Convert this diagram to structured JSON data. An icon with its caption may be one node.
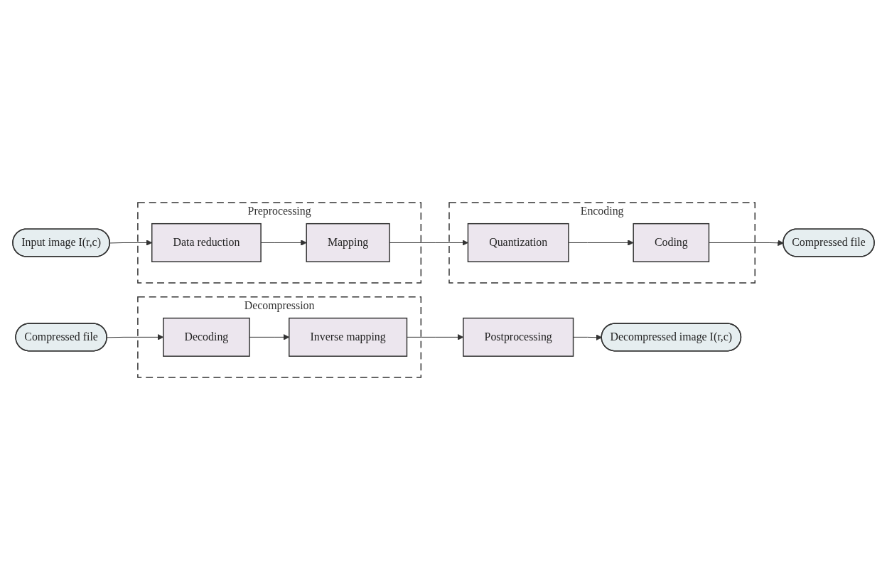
{
  "diagram": {
    "nodes": [
      {
        "text": [
          "Input image I(r,c)"
        ]
      },
      {
        "text": [
          "Preprocessing"
        ]
      },
      {
        "text": [
          "Data reduction"
        ],
        "in": 1
      },
      {
        "text": [
          "Mapping"
        ],
        "in": 1
      },
      {
        "text": [
          "Encoding"
        ]
      },
      {
        "text": [
          "Quantization"
        ],
        "in": 4
      },
      {
        "text": [
          "Coding"
        ],
        "in": 4
      },
      {
        "text": [
          "Compressed file"
        ]
      },
      {
        "text": [
          "Compressed file"
        ]
      },
      {
        "text": [
          "Decompression"
        ]
      },
      {
        "text": [
          "Decoding"
        ],
        "in": 9
      },
      {
        "text": [
          "Inverse mapping"
        ],
        "in": 9
      },
      {
        "text": [
          "Postprocessing"
        ]
      },
      {
        "text": [
          "Decompressed image I(r,c)"
        ]
      }
    ],
    "edges": [
      {
        "from": 0,
        "to": 2,
        "arrow": "to"
      },
      {
        "from": 2,
        "to": 3,
        "arrow": "to"
      },
      {
        "from": 3,
        "to": 5,
        "arrow": "to"
      },
      {
        "from": 5,
        "to": 6,
        "arrow": "to"
      },
      {
        "from": 6,
        "to": 7,
        "arrow": "to"
      },
      {
        "from": 8,
        "to": 10,
        "arrow": "to"
      },
      {
        "from": 10,
        "to": 11,
        "arrow": "to"
      },
      {
        "from": 11,
        "to": 12,
        "arrow": "to"
      },
      {
        "from": 12,
        "to": 13,
        "arrow": "to"
      }
    ]
  }
}
